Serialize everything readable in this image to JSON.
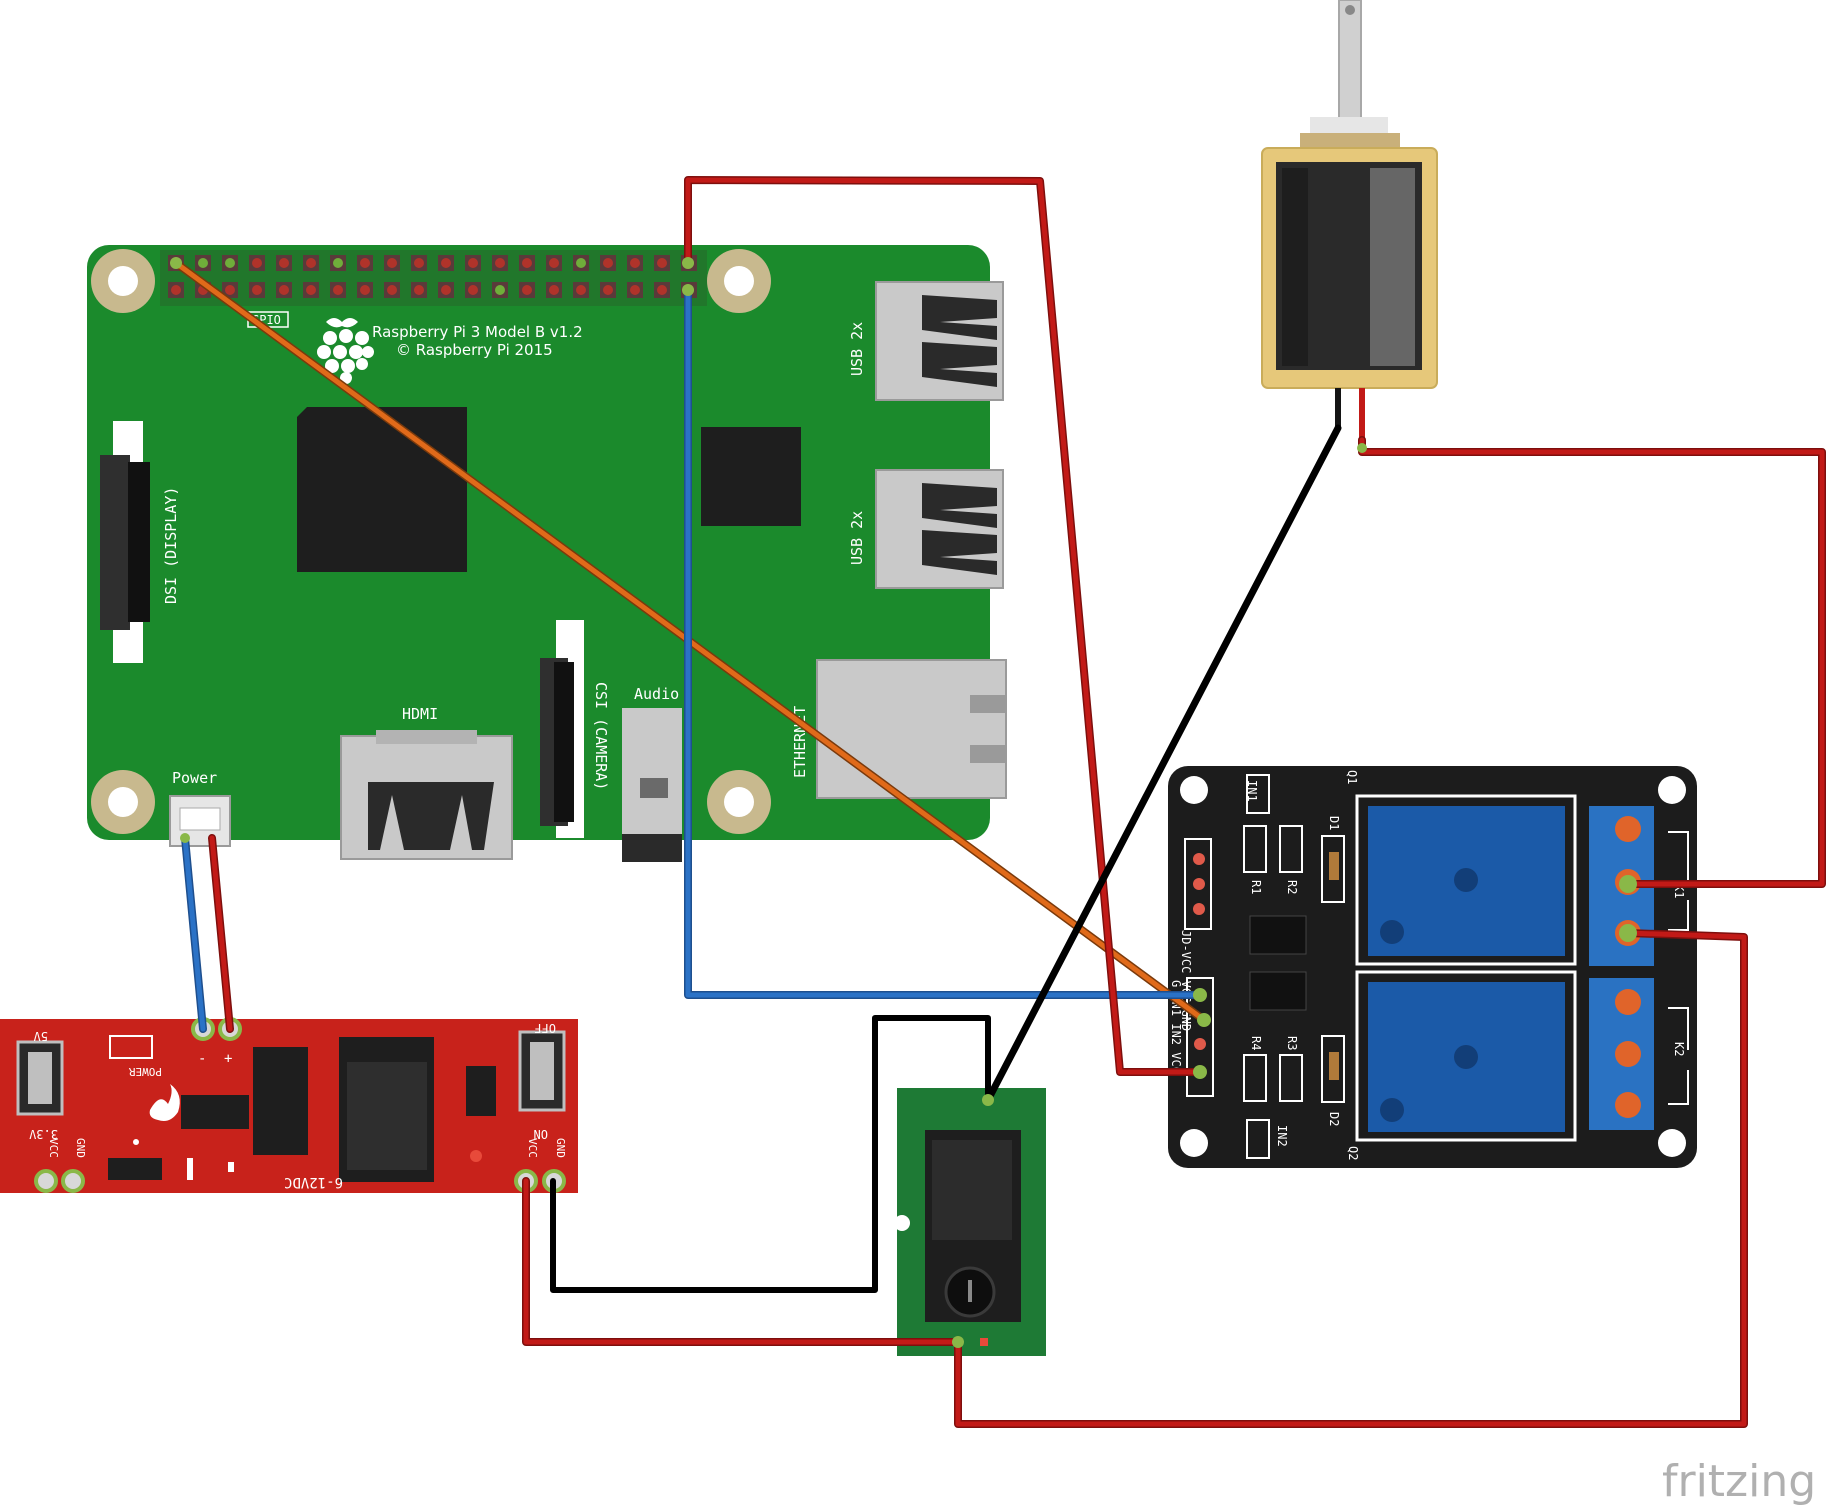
{
  "watermark": "fritzing",
  "raspberry_pi": {
    "title": "Raspberry Pi 3 Model B v1.2",
    "copyright": "© Raspberry Pi 2015",
    "gpio_label": "GPIO",
    "usb_top": "USB 2x",
    "usb_bottom": "USB 2x",
    "ethernet": "ETHERNET",
    "dsi": "DSI (DISPLAY)",
    "csi": "CSI (CAMERA)",
    "hdmi": "HDMI",
    "audio": "Audio",
    "power": "Power"
  },
  "power_module": {
    "left_switch_top": "5V",
    "left_switch_bottom": "3.3V",
    "power_led": "POWER",
    "vcc_left": "VCC",
    "gnd_left": "GND",
    "input": "6-12VDC",
    "right_switch_top": "OFF",
    "right_switch_bottom": "ON",
    "vcc_right": "VCC",
    "gnd_right": "GND",
    "minus": "-",
    "plus": "+"
  },
  "relay_module": {
    "header_top": "JD-VCC VCC GND",
    "in1": "IN1",
    "in2": "IN2",
    "q1": "Q1",
    "q2": "Q2",
    "d1": "D1",
    "d2": "D2",
    "r1": "R1",
    "r2": "R2",
    "r3": "R3",
    "r4": "R4",
    "k1": "K1",
    "k2": "K2",
    "header_input": "G IN1 IN2 VCC"
  },
  "colors": {
    "pi_board": "#1b8a2c",
    "power_board": "#c8221b",
    "relay_board": "#1c1c1c",
    "jack_board": "#1e7a35",
    "wire_red": "#c21a17",
    "wire_black": "#141414",
    "wire_blue": "#2b72c6",
    "wire_orange": "#e06a1a",
    "relay_blue": "#1b5aa8",
    "solenoid_body": "#e6c87a"
  },
  "icons": [
    "raspberry-logo-icon"
  ]
}
